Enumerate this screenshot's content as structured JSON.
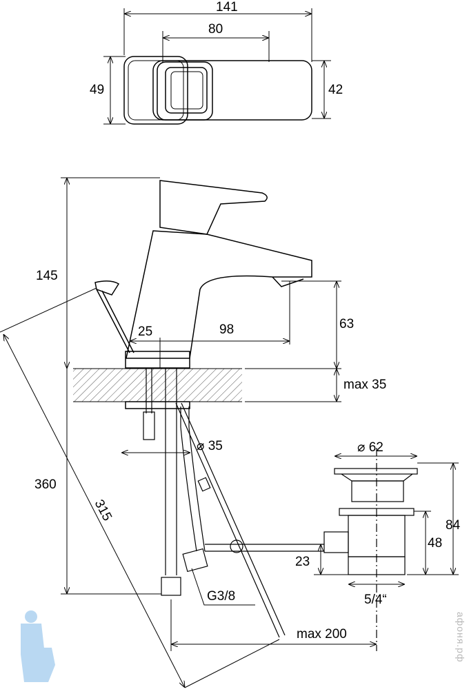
{
  "top_view": {
    "width_total": "141",
    "width_handle": "80",
    "height_left": "49",
    "height_right": "42"
  },
  "side_view": {
    "height_tap": "145",
    "offset": "25",
    "spout_reach": "98",
    "spout_height": "63",
    "max_thickness": "max 35",
    "hole_diameter": "⌀ 35",
    "total_height": "360",
    "rod_length": "315",
    "hose_thread": "G3/8",
    "max_distance": "max 200"
  },
  "drain": {
    "diameter": "⌀ 62",
    "height_total": "84",
    "height_body": "48",
    "connection_height": "23",
    "thread": "5/4“"
  },
  "watermark": "афоня.рф",
  "colors": {
    "line": "#000000",
    "hatch": "#555555",
    "logo": "#a8cff0"
  }
}
